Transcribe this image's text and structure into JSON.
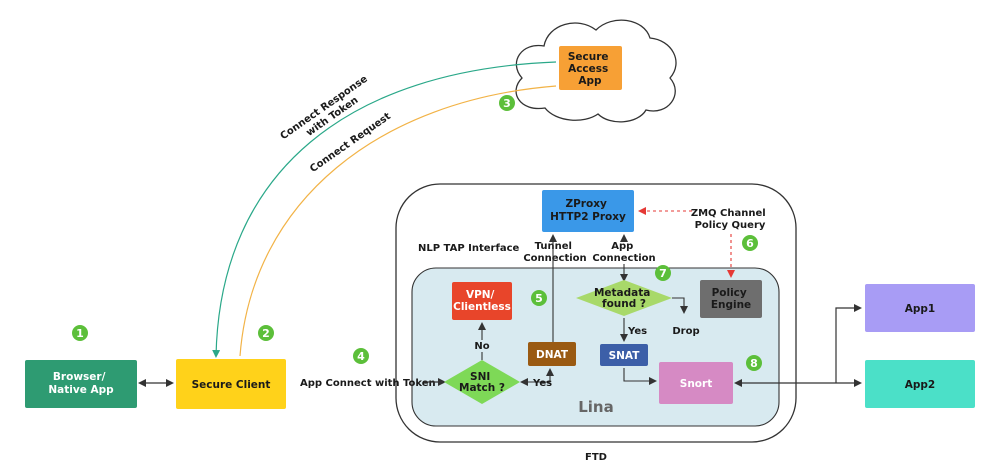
{
  "title": "FTD",
  "nodes": {
    "browser": [
      "Browser/",
      "Native App"
    ],
    "secure_client": "Secure Client",
    "secure_access_app": [
      "Secure",
      "Access",
      "App"
    ],
    "zproxy": [
      "ZProxy",
      "HTTP2 Proxy"
    ],
    "vpn": [
      "VPN/",
      "Clientless"
    ],
    "metadata": [
      "Metadata",
      "found ?"
    ],
    "policy_engine": [
      "Policy",
      "Engine"
    ],
    "dnat": "DNAT",
    "snat": "SNAT",
    "sni": [
      "SNI",
      "Match ?"
    ],
    "snort": "Snort",
    "app1": "App1",
    "app2": "App2"
  },
  "labels": {
    "connect_response": [
      "Connect Response",
      "with Token"
    ],
    "connect_request": "Connect Request",
    "app_connect": "App Connect with Token",
    "nlp_tap": "NLP TAP Interface",
    "tunnel_connection": [
      "Tunnel",
      "Connection"
    ],
    "app_connection": [
      "App",
      "Connection"
    ],
    "zmq": [
      "ZMQ Channel",
      "Policy Query"
    ],
    "lina": "Lina",
    "drop": "Drop",
    "yes_meta": "Yes",
    "no_sni": "No",
    "yes_sni": "Yes"
  },
  "steps": [
    "1",
    "2",
    "3",
    "4",
    "5",
    "6",
    "7",
    "8"
  ],
  "colors": {
    "step_green": "#5cbf3a",
    "browser": "#2e9b72",
    "secure_client": "#ffd21a",
    "secure_access": "#f7a035",
    "zproxy": "#3a98e8",
    "vpn": "#e8452a",
    "metadata": "#a8d96a",
    "policy_engine": "#6e6e6e",
    "dnat": "#9a5a12",
    "snat": "#3c5fa8",
    "sni": "#7ed957",
    "snort": "#d68ac4",
    "app1": "#a89cf5",
    "app2": "#4be0c8",
    "lina_fill": "#d8eaf0",
    "response_line": "#2aa889",
    "request_line": "#f2b347",
    "zmq_line": "#e53935"
  }
}
